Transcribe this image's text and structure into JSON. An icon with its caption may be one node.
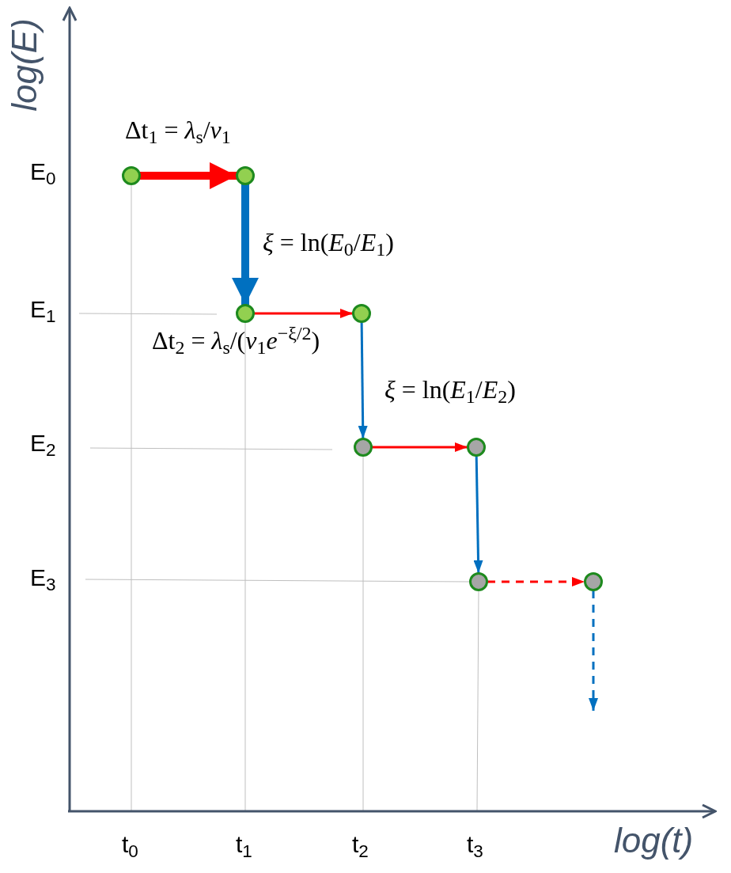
{
  "diagram": {
    "nodes": [
      {
        "text": [],
        "shape": "circle"
      },
      {
        "text": [],
        "shape": "circle"
      },
      {
        "text": [],
        "shape": "circle"
      },
      {
        "text": [],
        "shape": "circle"
      },
      {
        "text": [],
        "shape": "circle"
      },
      {
        "text": [],
        "shape": "circle"
      },
      {
        "text": [],
        "shape": "circle"
      },
      {
        "text": [],
        "shape": "circle"
      }
    ],
    "edges": [
      {
        "from": 0,
        "to": 1,
        "arrow": "to",
        "style": "thick",
        "color": "#ff0000",
        "label": "Δt$_{1}$ = *λ*$_{s}$/*v*$_{1}$"
      },
      {
        "from": 1,
        "to": 2,
        "arrow": "to",
        "style": "thick",
        "color": "#0070c0",
        "label": "*ξ* = ln(*E*$_{0}$/*E*$_{1}$)"
      },
      {
        "from": 2,
        "to": 3,
        "arrow": "to",
        "color": "#ff0000",
        "label": "Δt$_{2}$ = *λ*$_{s}$/(*v*$_{1}$*e*$^{−ξ/2}$)"
      },
      {
        "from": 3,
        "to": 4,
        "arrow": "to",
        "color": "#0070c0",
        "label": "*ξ* = ln(*E*$_{1}$/*E*$_{2}$)"
      },
      {
        "from": 4,
        "to": 5,
        "arrow": "to",
        "color": "#ff0000"
      },
      {
        "from": 5,
        "to": 6,
        "arrow": "to",
        "color": "#0070c0"
      },
      {
        "from": 6,
        "to": 7,
        "arrow": "to",
        "style": "dashed",
        "color": "#ff0000"
      },
      {
        "from": 7,
        "to": null,
        "arrow": "to",
        "style": "dashed",
        "color": "#0070c0"
      }
    ],
    "labels": [
      "log(E)",
      "E$_{0}$",
      "E$_{1}$",
      "E$_{2}$",
      "E$_{3}$",
      "t$_{0}$",
      "t$_{1}$",
      "t$_{2}$",
      "t$_{3}$",
      "log(t)"
    ]
  }
}
